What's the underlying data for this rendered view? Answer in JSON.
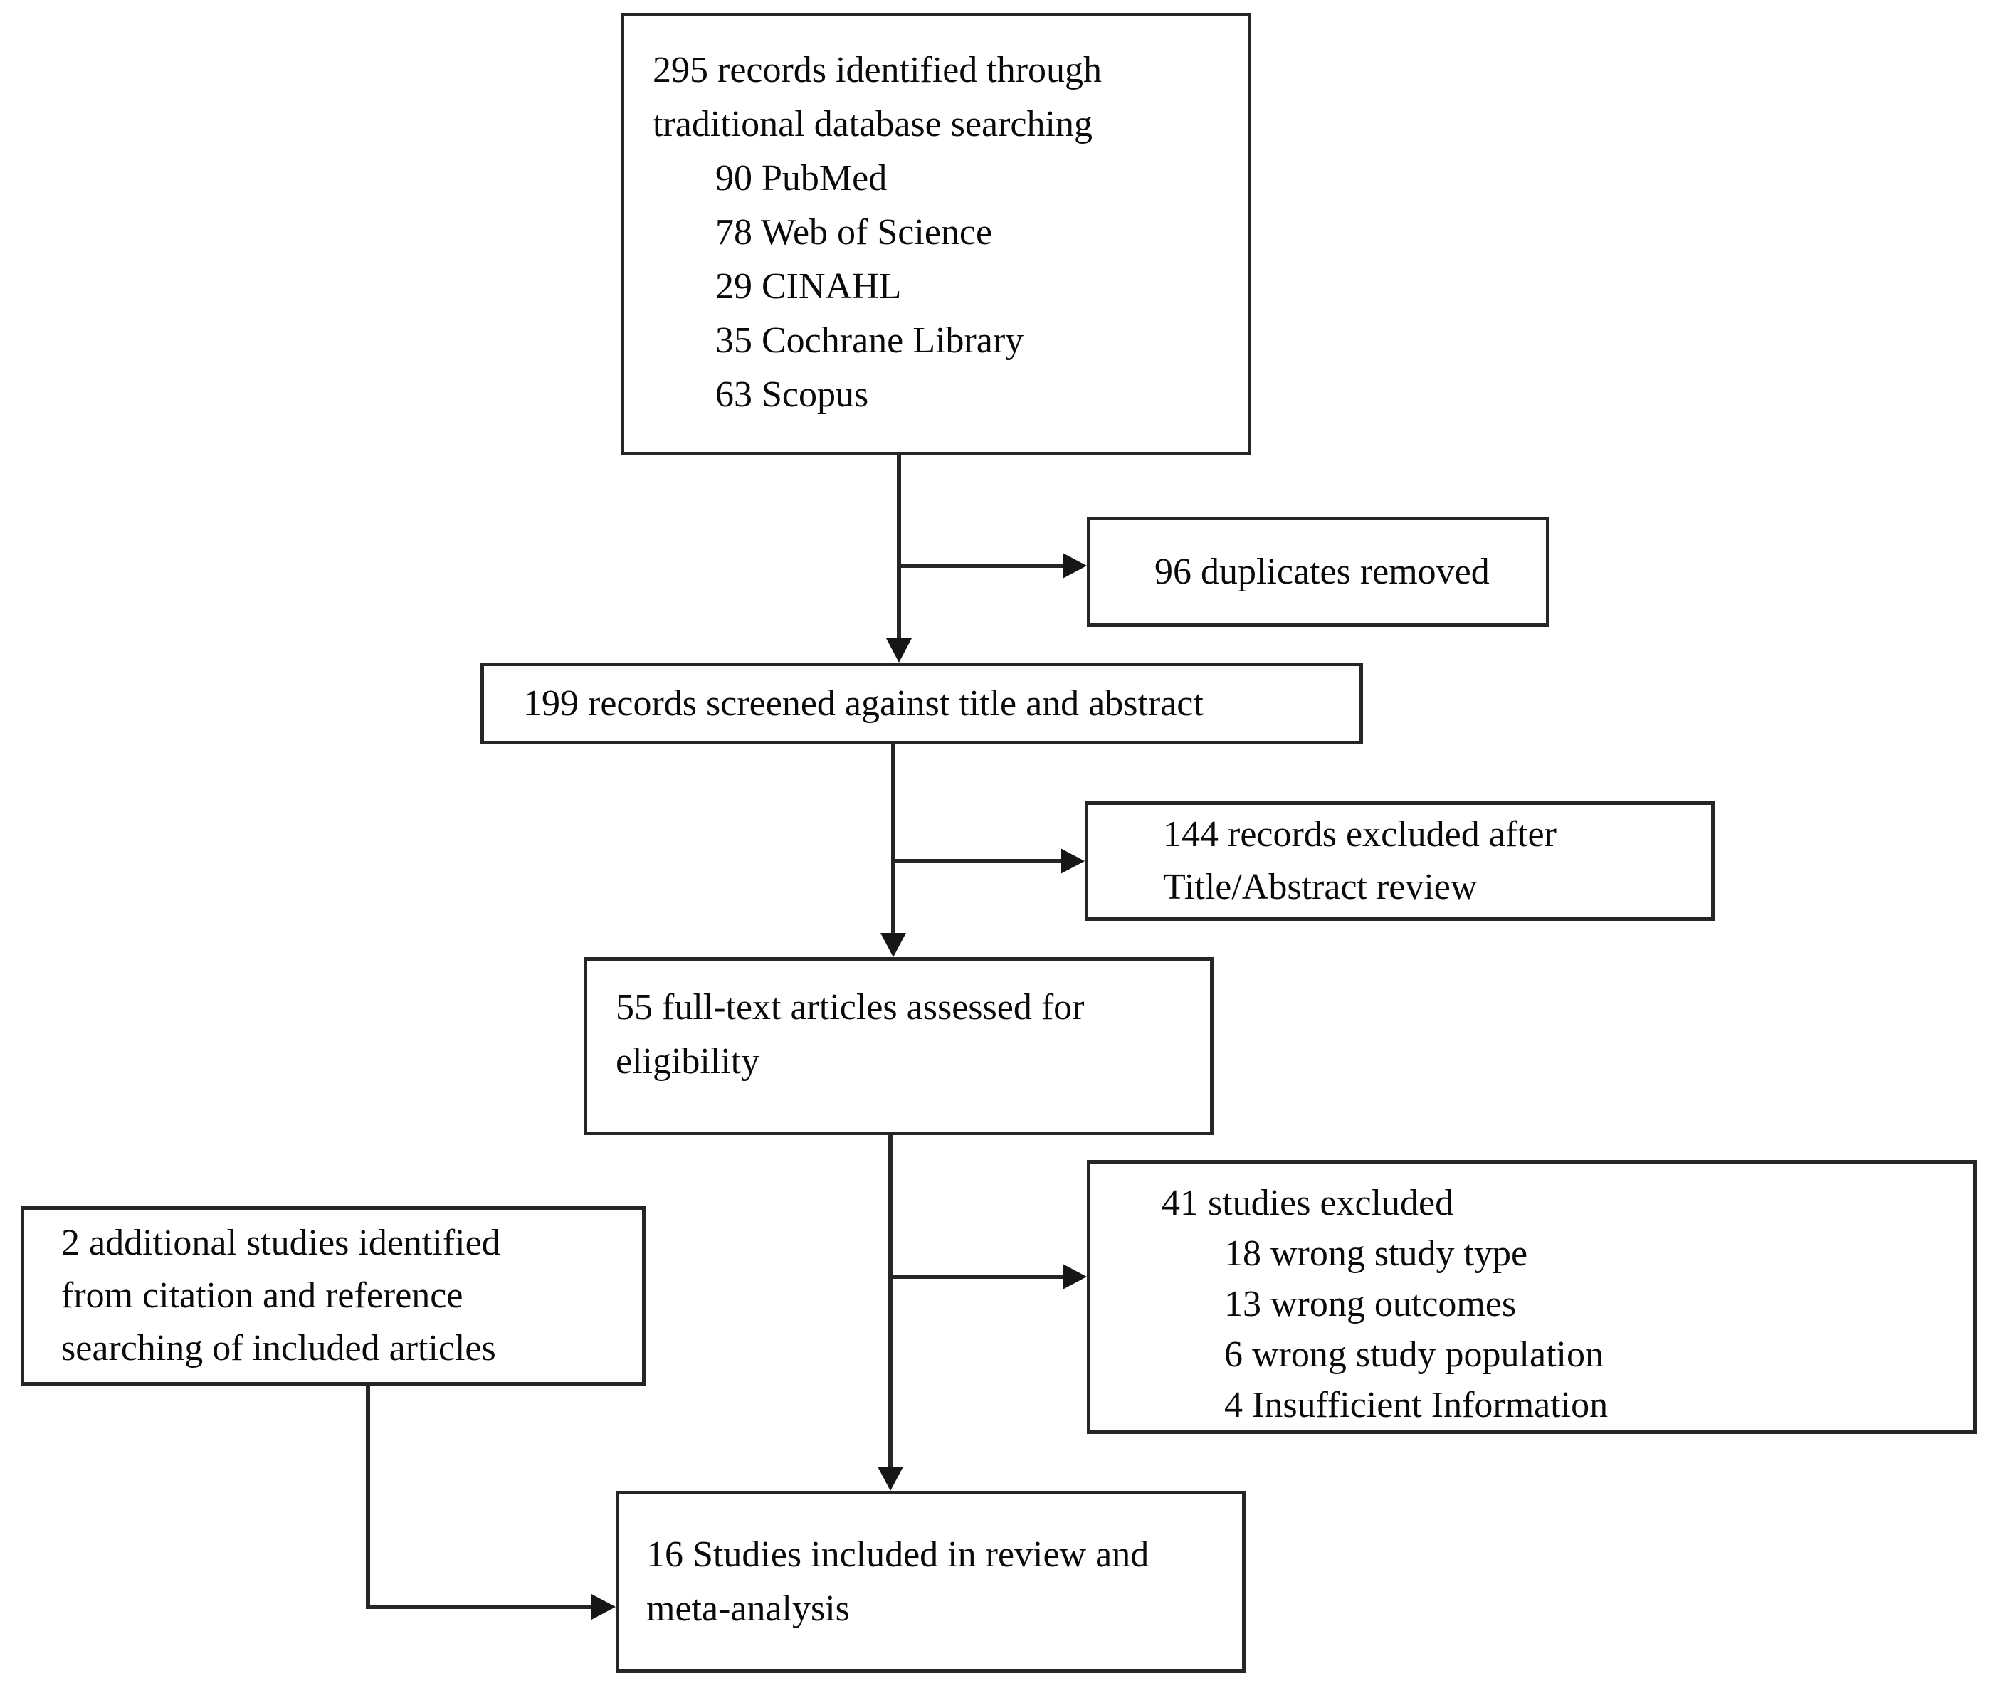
{
  "figure": {
    "type": "prisma_flow_diagram",
    "colors": {
      "line": "#262626",
      "background": "#ffffff",
      "text": "#0a0a0a"
    },
    "identified": {
      "line1": "295 records identified through",
      "line2": "traditional database searching",
      "items": [
        "90 PubMed",
        "78 Web of Science",
        "29 CINAHL",
        "35 Cochrane Library",
        "63 Scopus"
      ]
    },
    "duplicates": {
      "text": "96 duplicates removed"
    },
    "screened": {
      "text": "199 records screened against title and abstract"
    },
    "excluded_after_review": {
      "line1": "144 records excluded after",
      "line2": "Title/Abstract review"
    },
    "full_text": {
      "line1": "55 full-text articles assessed for",
      "line2": "eligibility"
    },
    "studies_excluded": {
      "title": "41 studies excluded",
      "items": [
        "18 wrong study type",
        "13 wrong outcomes",
        "6 wrong study population",
        "4 Insufficient Information"
      ]
    },
    "additional": {
      "line1": "2 additional studies identified",
      "line2": "from citation and reference",
      "line3": "searching of included articles"
    },
    "included": {
      "line1": "16 Studies included in review and",
      "line2": "meta-analysis"
    }
  }
}
